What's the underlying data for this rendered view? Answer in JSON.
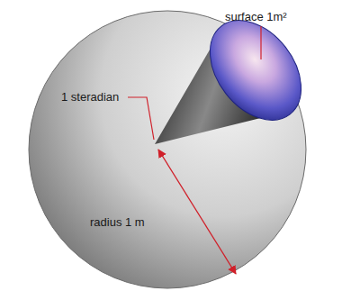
{
  "diagram": {
    "labels": [
      "surface 1m²",
      "1 steradian",
      "radius 1 m"
    ]
  }
}
